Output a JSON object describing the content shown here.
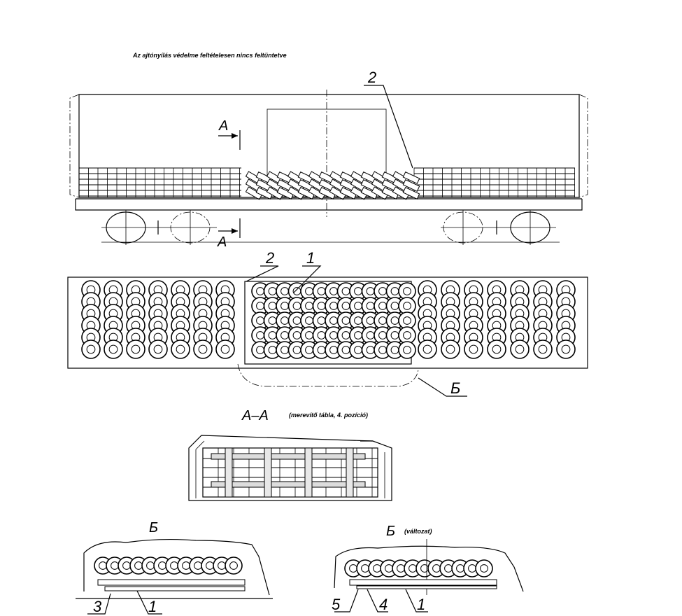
{
  "notes": {
    "top": "Az ajtónyílás védelme feltételesen nincs feltüntetve",
    "section_sub": "(merevítő tábla, 4. pozíció)",
    "variant_sub": "(változat)"
  },
  "labels": {
    "side_pos2": "2",
    "section_upper": "A",
    "section_lower": "A",
    "plan_pos2": "2",
    "plan_pos1": "1",
    "plan_b": "Б",
    "section_title": "A–A",
    "detail_b_title": "Б",
    "detail_b_pos3": "3",
    "detail_b_pos1": "1",
    "detail_bv_title": "Б",
    "detail_bv_pos5": "5",
    "detail_bv_pos4": "4",
    "detail_bv_pos1": "1"
  }
}
